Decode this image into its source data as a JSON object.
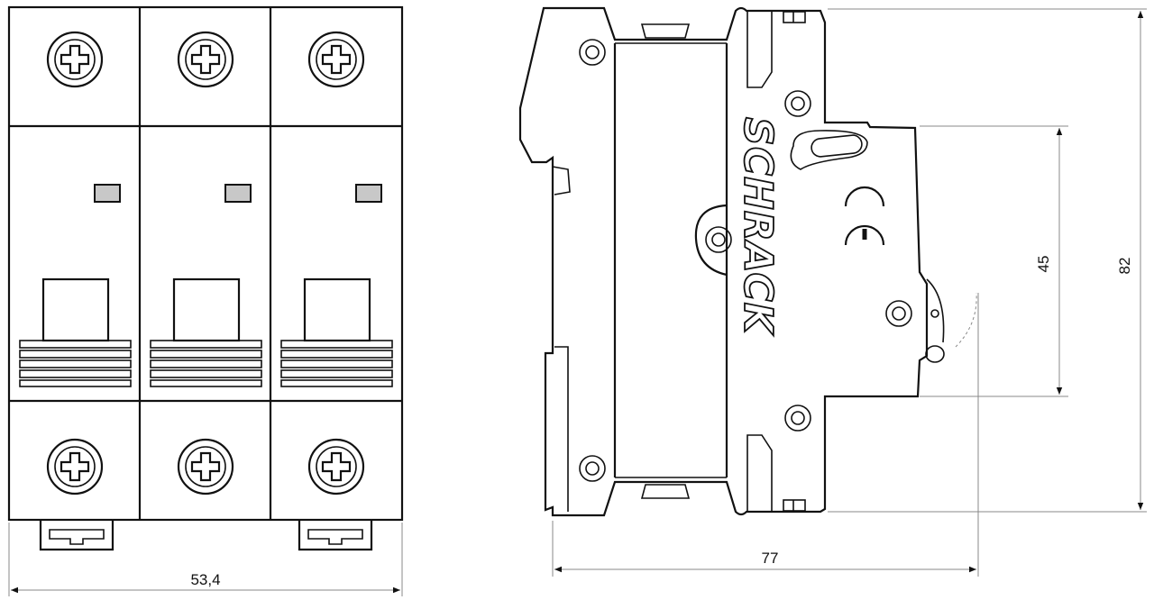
{
  "drawing": {
    "front_view": {
      "poles": 3,
      "width_dimension": "53,4"
    },
    "side_view": {
      "depth_dimension": "77",
      "front_height_dimension": "45",
      "total_height_dimension": "82",
      "brand_logo": "SCHRACK",
      "certification_mark": "CE"
    }
  }
}
